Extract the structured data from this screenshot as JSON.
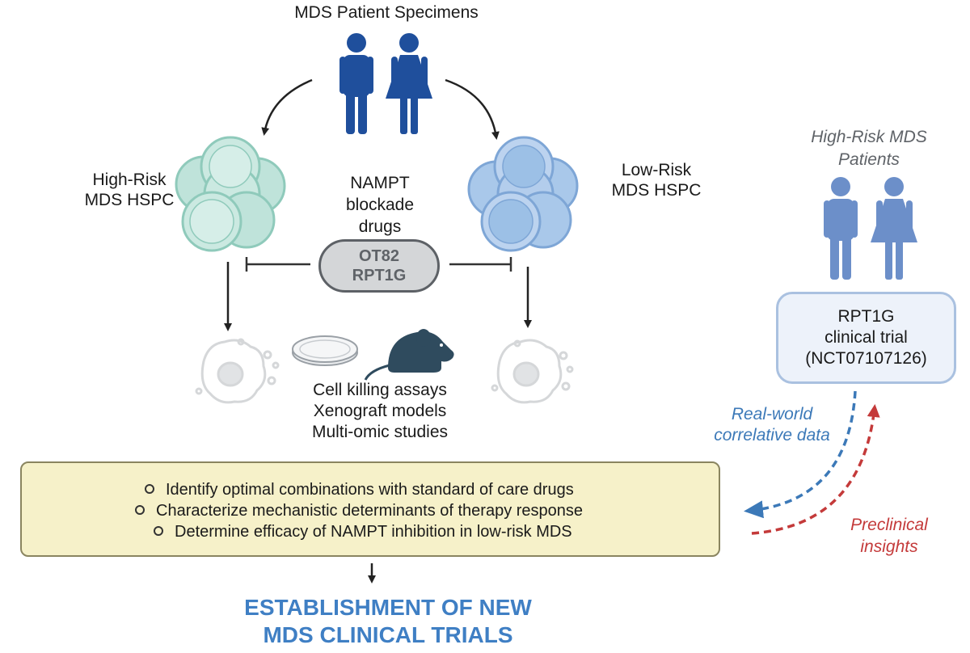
{
  "top_title": "MDS Patient Specimens",
  "high_risk_label": [
    "High-Risk",
    "MDS HSPC"
  ],
  "low_risk_label": [
    "Low-Risk",
    "MDS HSPC"
  ],
  "nampt_label": [
    "NAMPT",
    "blockade",
    "drugs"
  ],
  "drugs": [
    "OT82",
    "RPT1G"
  ],
  "assays": [
    "Cell killing assays",
    "Xenograft models",
    "Multi-omic studies"
  ],
  "high_risk_patients_label": [
    "High-Risk MDS",
    "Patients"
  ],
  "trial": [
    "RPT1G",
    "clinical trial",
    "(NCT07107126)"
  ],
  "real_world_label": [
    "Real-world",
    "correlative data"
  ],
  "preclinical_label": [
    "Preclinical",
    "insights"
  ],
  "goals": [
    "Identify optimal combinations with standard of care drugs",
    "Characterize mechanistic determinants of therapy response",
    "Determine efficacy of NAMPT inhibition in low-risk MDS"
  ],
  "outcome": [
    "ESTABLISHMENT OF NEW",
    "MDS CLINICAL TRIALS"
  ],
  "colors": {
    "patient_dark_blue": "#1f4f9c",
    "patient_light_blue": "#6c8fc9",
    "high_risk_cells": "#bfe3da",
    "low_risk_cells": "#a9c8ea",
    "goals_box": "#f6f1c9",
    "real_world_arrow": "#3c79b8",
    "preclinical_arrow": "#c43a3a",
    "outcome_text": "#3f7fc4"
  },
  "icons": [
    "patient-male-icon",
    "patient-female-icon",
    "cell-cluster-icon",
    "dying-cell-icon",
    "petri-dish-icon",
    "mouse-icon"
  ]
}
